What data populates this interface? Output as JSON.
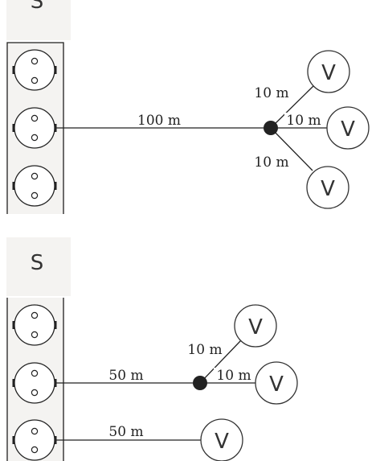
{
  "diagram_top": {
    "source_label": "S",
    "main_length": "100 m",
    "branch_lengths": [
      "10 m",
      "10 m",
      "10 m"
    ],
    "load_labels": [
      "V",
      "V",
      "V"
    ]
  },
  "diagram_bottom": {
    "source_label": "S",
    "feeder1_length": "50 m",
    "branch_lengths": [
      "10 m",
      "10 m"
    ],
    "feeder2_length": "50 m",
    "load_labels": [
      "V",
      "V",
      "V"
    ]
  }
}
